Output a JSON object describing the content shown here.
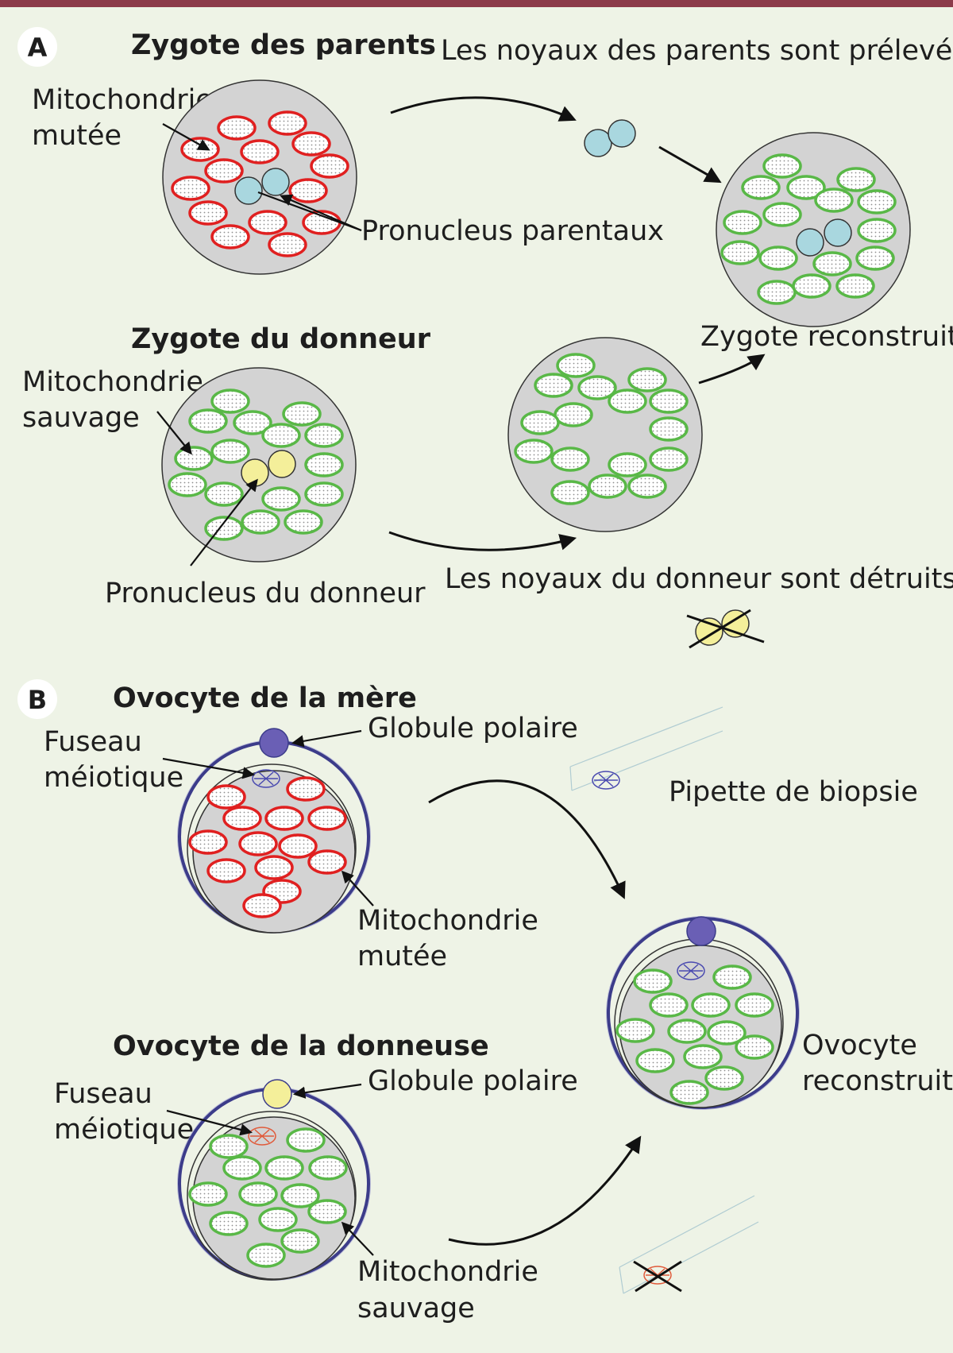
{
  "colors": {
    "background": "#eef3e6",
    "accent_bar": "#8c3b4a",
    "cell": "#d3d3d3",
    "mito_mutant": "#e02020",
    "mito_wild": "#59b847",
    "pronucleus_parent": "#a9d7df",
    "pronucleus_donor": "#f4ef9a",
    "polar_body_mother": "#6a5fb5",
    "polar_body_donor": "#f4ef9a",
    "zona": "#3c3c8a"
  },
  "panel_a": {
    "badge": "A",
    "title_parents": "Zygote des parents",
    "title_donor": "Zygote du donneur",
    "label_mito_mutant_1": "Mitochondrie",
    "label_mito_mutant_2": "mutée",
    "label_pronucleus_parents": "Pronucleus parentaux",
    "label_nuclei_removed": "Les noyaux des parents sont prélevés",
    "label_reconstructed": "Zygote reconstruit",
    "label_mito_wild_1": "Mitochondrie",
    "label_mito_wild_2": "sauvage",
    "label_pronucleus_donor": "Pronucleus du donneur",
    "label_nuclei_destroyed": "Les noyaux du donneur sont détruits"
  },
  "panel_b": {
    "badge": "B",
    "title_mother": "Ovocyte de la mère",
    "title_donor": "Ovocyte de la donneuse",
    "label_polar_body_1": "Globule polaire",
    "label_spindle_1a": "Fuseau",
    "label_spindle_1b": "méiotique",
    "label_pipette": "Pipette de biopsie",
    "label_mito_mutant_1": "Mitochondrie",
    "label_mito_mutant_2": "mutée",
    "label_reconstructed_1": "Ovocyte",
    "label_reconstructed_2": "reconstruit",
    "label_polar_body_2": "Globule polaire",
    "label_spindle_2a": "Fuseau",
    "label_spindle_2b": "méiotique",
    "label_mito_wild_1": "Mitochondrie",
    "label_mito_wild_2": "sauvage"
  }
}
